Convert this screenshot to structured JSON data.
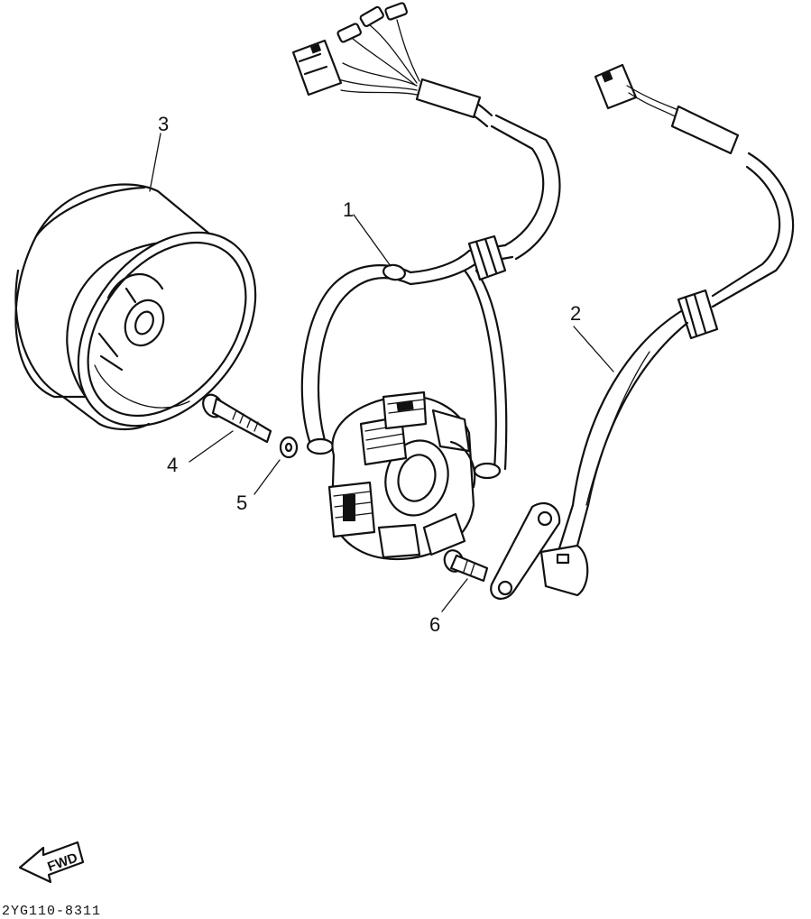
{
  "callouts": {
    "stator_assembly": "1",
    "pickup_coil": "2",
    "rotor_flywheel": "3",
    "bolt_long": "4",
    "washer": "5",
    "bolt_short": "6"
  },
  "direction_label": "FWD",
  "diagram_code": "2YG110-8311"
}
